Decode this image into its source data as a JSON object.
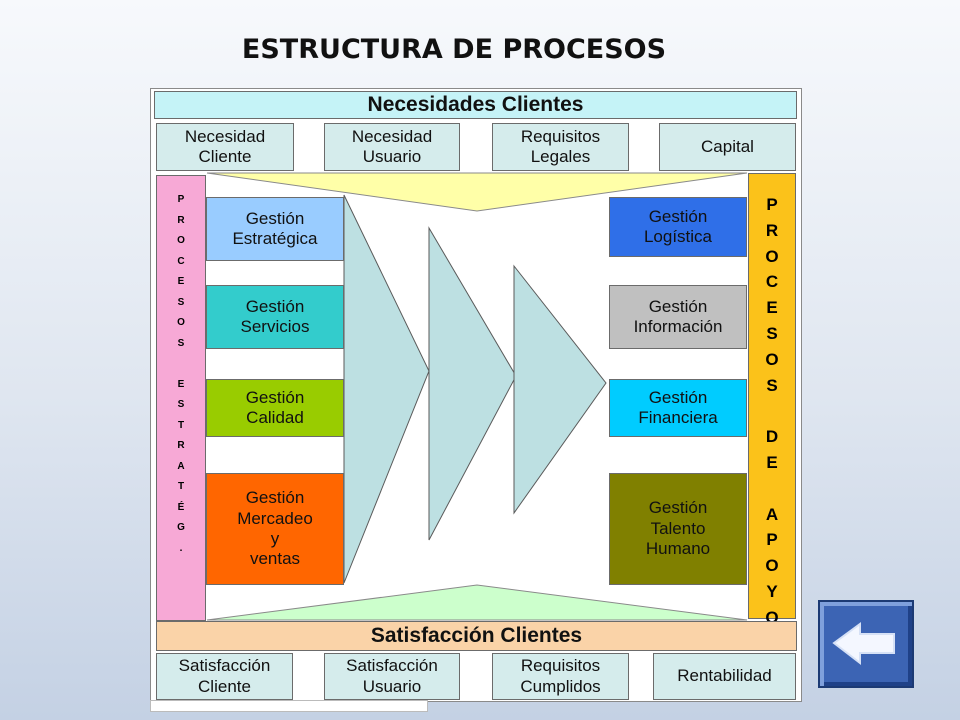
{
  "title": "ESTRUCTURA DE PROCESOS",
  "top_band": {
    "label": "Necesidades Clientes",
    "color": "#c5f3f7"
  },
  "top_cells": [
    {
      "label": "Necesidad\nCliente"
    },
    {
      "label": "Necesidad\nUsuario"
    },
    {
      "label": "Requisitos\nLegales"
    },
    {
      "label": "Capital"
    }
  ],
  "left_band": {
    "lines": [
      "P",
      "R",
      "O",
      "C",
      "E",
      "S",
      "O",
      "S",
      "",
      "E",
      "S",
      "T",
      "R",
      "A",
      "T",
      "É",
      "G",
      "."
    ],
    "color": "#f7a9d6"
  },
  "right_band": {
    "lines": [
      "P",
      "R",
      "O",
      "C",
      "E",
      "S",
      "O",
      "S",
      "",
      "D",
      "E",
      "",
      "A",
      "P",
      "O",
      "Y",
      "O"
    ],
    "color": "#fbc21a"
  },
  "strategic_processes": [
    {
      "label": "Gestión\nEstratégica",
      "color": "#99ccff"
    },
    {
      "label": "Gestión\nServicios",
      "color": "#33cccc"
    },
    {
      "label": "Gestión\nCalidad",
      "color": "#99cc00"
    },
    {
      "label": "Gestión\nMercadeo\ny\nventas",
      "color": "#ff6600"
    }
  ],
  "support_processes": [
    {
      "label": "Gestión\nLogística",
      "color": "#2f6fe8"
    },
    {
      "label": "Gestión\nInformación",
      "color": "#c0c0c0"
    },
    {
      "label": "Gestión\nFinanciera",
      "color": "#00ccff"
    },
    {
      "label": "Gestión\nTalento\nHumano",
      "color": "#808000"
    }
  ],
  "bottom_band": {
    "label": "Satisfacción Clientes",
    "color": "#fad3a8"
  },
  "bottom_cells": [
    {
      "label": "Satisfacción\nCliente"
    },
    {
      "label": "Satisfacción\nUsuario"
    },
    {
      "label": "Requisitos\nCumplidos"
    },
    {
      "label": "Rentabilidad"
    }
  ],
  "colors": {
    "funnel_top": "#ffffa8",
    "funnel_bottom": "#ccffcc",
    "arrows": "#bde0e2",
    "cells": "#d5ecec",
    "back_button": "#3c64b4"
  },
  "back_button": {
    "icon": "arrow-left-icon"
  }
}
